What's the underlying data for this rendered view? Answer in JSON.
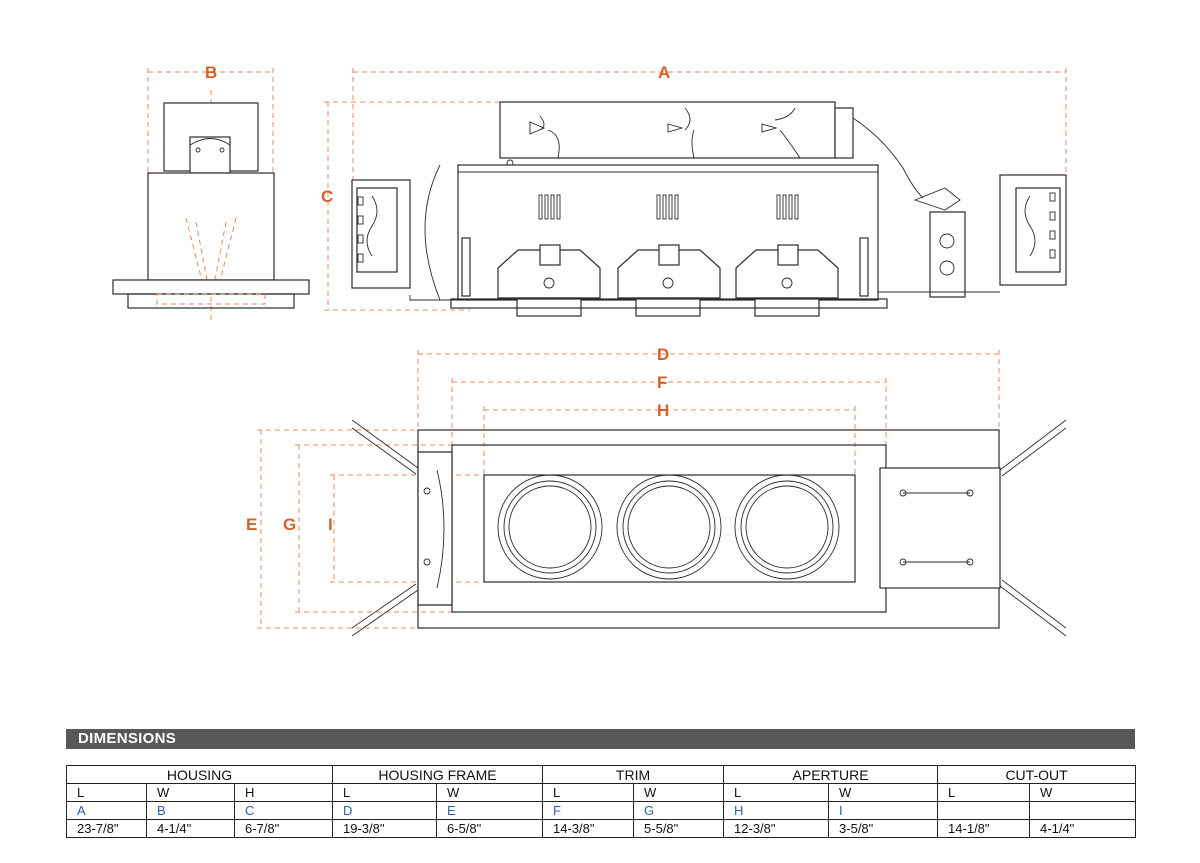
{
  "drawing": {
    "labels": {
      "A": "A",
      "B": "B",
      "C": "C",
      "D": "D",
      "E": "E",
      "F": "F",
      "G": "G",
      "H": "H",
      "I": "I"
    },
    "dimension_color": "#d4602a",
    "line_color": "#2b2b2b"
  },
  "table": {
    "title": "DIMENSIONS",
    "header_color": "#58585a",
    "letter_color": "#2f5fa8",
    "groups": [
      {
        "name": "HOUSING",
        "cols": [
          {
            "sub": "L",
            "letter": "A",
            "value": "23-7/8\""
          },
          {
            "sub": "W",
            "letter": "B",
            "value": "4-1/4\""
          },
          {
            "sub": "H",
            "letter": "C",
            "value": "6-7/8\""
          }
        ]
      },
      {
        "name": "HOUSING FRAME",
        "cols": [
          {
            "sub": "L",
            "letter": "D",
            "value": "19-3/8\""
          },
          {
            "sub": "W",
            "letter": "E",
            "value": "6-5/8\""
          }
        ]
      },
      {
        "name": "TRIM",
        "cols": [
          {
            "sub": "L",
            "letter": "F",
            "value": "14-3/8\""
          },
          {
            "sub": "W",
            "letter": "G",
            "value": "5-5/8\""
          }
        ]
      },
      {
        "name": "APERTURE",
        "cols": [
          {
            "sub": "L",
            "letter": "H",
            "value": "12-3/8\""
          },
          {
            "sub": "W",
            "letter": "I",
            "value": "3-5/8\""
          }
        ]
      },
      {
        "name": "CUT-OUT",
        "cols": [
          {
            "sub": "L",
            "letter": "",
            "value": "14-1/8\""
          },
          {
            "sub": "W",
            "letter": "",
            "value": "4-1/4\""
          }
        ]
      }
    ]
  }
}
